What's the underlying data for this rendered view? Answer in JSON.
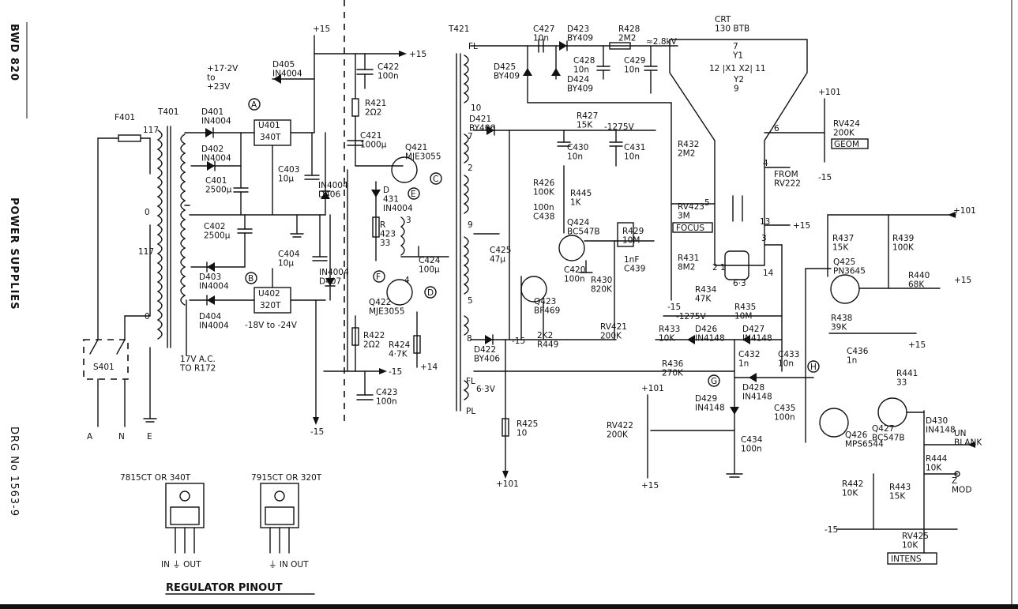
{
  "title_block": {
    "model": "BWD 820",
    "section": "POWER SUPPLIES",
    "drawing_no": "DRG No 1563-9"
  },
  "transformer_t401": {
    "name": "T401",
    "fuse": "F401",
    "tap_top": "117",
    "tap_mid": "0",
    "tap_117": "117",
    "tap_bottom": "0",
    "switch": "S401",
    "mains": [
      "A",
      "N",
      "E"
    ],
    "ac_out": "17V A.C.\nTO R172"
  },
  "power_supply": {
    "d401": "D401\nIN4004",
    "d402": "D402\nIN4004",
    "d403": "D403\nIN4004",
    "d404": "D404\nIN4004",
    "d405": "D405\nIN4004",
    "d406": "IN4004\nD406",
    "d407": "IN4004\nD407",
    "c401": "C401\n2500µ",
    "c402": "C402\n2500µ",
    "c403": "C403\n10µ",
    "c404": "C404\n10µ",
    "u401": "U401",
    "u401_part": "340T",
    "u402": "U402",
    "u402_part": "320T",
    "pos_in": "+17·2V\nto\n+23V",
    "neg_in": "-18V to -24V",
    "rail_pos": "+15",
    "rail_neg": "-15",
    "test_a": "A",
    "test_b": "B"
  },
  "converter": {
    "t421": "T421",
    "q421": "Q421\nMJE3055",
    "q422": "Q422\nMJE3055",
    "d431": "D\n431\nIN4004",
    "r423": "R\n423\n33",
    "r421": "R421\n2Ω2",
    "r422": "R422\n2Ω2",
    "r424": "R424\n4·7K",
    "c421": "C421\n1000µ",
    "c422": "C422\n100n",
    "c423": "C423\n100n",
    "c424": "C424\n100µ",
    "c425": "C425\n47µ",
    "d421": "D421\nBY406",
    "d422": "D422\nBY406",
    "r425": "R425\n10",
    "rail_pos": "+15",
    "rail_neg": "-15",
    "rail_14": "+14",
    "rail_101": "+101",
    "fl": "FL",
    "pl": "PL",
    "heater": "6·3V",
    "test_c": "C",
    "test_d": "D",
    "test_e": "E",
    "test_f": "F",
    "pins": [
      "FL",
      "10",
      "7",
      "2",
      "9",
      "3",
      "4",
      "5",
      "8"
    ]
  },
  "eht": {
    "c427": "C427\n10n",
    "d423": "D423\nBY409",
    "r428": "R428\n2M2",
    "kv": "≈2.8kV",
    "d425": "D425\nBY409",
    "c428": "C428\n10n",
    "c429": "C429\n10n",
    "d424": "D424\nBY409",
    "r427": "R427\n15K",
    "v1275": "-1275V",
    "c430": "C430\n10n",
    "c431": "C431\n10n",
    "r426": "R426\n100K",
    "c438": "100n\nC438",
    "r445": "R445\n1K",
    "q424": "Q424\nBC547B",
    "r429": "R429\n10M",
    "c439": "1nF\nC439",
    "c420": "C420\n100n",
    "r430": "R430\n820K",
    "q423": "Q423\nBF469",
    "r449": "2K2\nR449",
    "rv421": "RV421\n200K",
    "rail_neg": "-15"
  },
  "crt": {
    "label": "CRT\n130 BTB",
    "y1": "7\nY1",
    "x": "12 |X1  X2| 11",
    "y2": "Y2\n9",
    "r432": "R432\n2M2",
    "rv423": "RV423\n3M",
    "focus": "FOCUS",
    "r431": "R431\n8M2",
    "rv424": "RV424\n200K",
    "geom": "GEOM",
    "from": "FROM\nRV222",
    "pin6": "6",
    "pin4": "4",
    "pin5": "5",
    "pin13": "13",
    "pin3": "3",
    "pin2": "2",
    "pin1": "1",
    "pin14": "14",
    "heater": "6·3",
    "r434": "R434\n47K",
    "r435": "R435\n10M",
    "v1275": "-1275V",
    "rail_101": "+101",
    "rail_neg": "-15",
    "rail_pos": "+15"
  },
  "blanking": {
    "r433": "R433\n10K",
    "d426": "D426\nIN4148",
    "d427": "D427\nIN4148",
    "c432": "C432\n1n",
    "c433": "C433\n10n",
    "r436": "R436\n270K",
    "d428": "D428\nIN4148",
    "d429": "D429\nIN4148",
    "c434": "C434\n100n",
    "rv422": "RV422\n200K",
    "test_g": "G",
    "test_h": "H",
    "rail_101": "+101",
    "rail_15": "+15",
    "q425": "Q425\nPN3645",
    "r437": "R437\n15K",
    "r439": "R439\n100K",
    "r440": "R440\n68K",
    "r438": "R438\n39K",
    "c436": "C436\n1n",
    "r441": "R441\n33",
    "c435": "C435\n100n",
    "q426": "Q426\nMPS6544",
    "q427": "Q427\nBC547B",
    "d430": "D430\nIN4148",
    "unblank": "UN\nBLANK",
    "r444": "R444\n10K",
    "z": "Z\nMOD",
    "r442": "R442\n10K",
    "r443": "R443\n15K",
    "rv425": "RV425\n10K",
    "intens": "INTENS",
    "rail_neg": "-15"
  },
  "pinout": {
    "title": "REGULATOR PINOUT",
    "left_title": "7815CT OR 340T",
    "right_title": "7915CT OR 320T",
    "left_pins": "IN  ⏚  OUT",
    "right_pins": "⏚  IN  OUT"
  }
}
